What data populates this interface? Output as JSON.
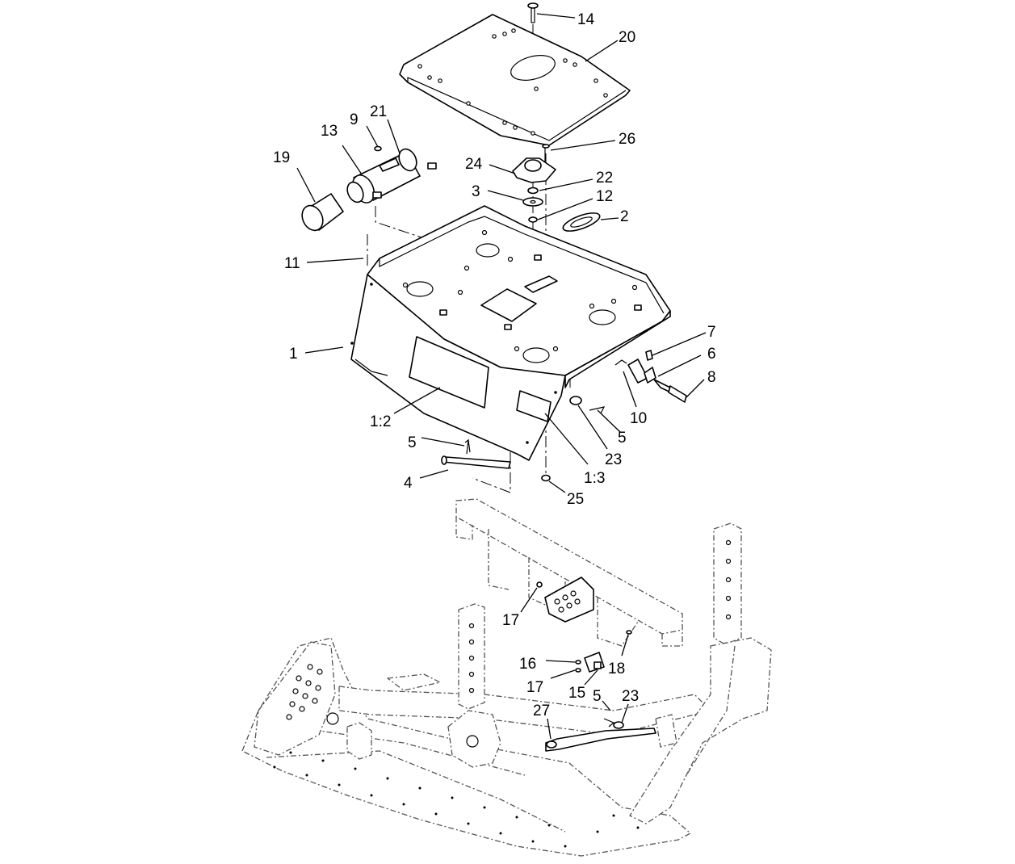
{
  "diagram": {
    "callouts": [
      {
        "id": "c14",
        "text": "14"
      },
      {
        "id": "c20",
        "text": "20"
      },
      {
        "id": "c21",
        "text": "21"
      },
      {
        "id": "c9",
        "text": "9"
      },
      {
        "id": "c13",
        "text": "13"
      },
      {
        "id": "c19",
        "text": "19"
      },
      {
        "id": "c26",
        "text": "26"
      },
      {
        "id": "c24",
        "text": "24"
      },
      {
        "id": "c22",
        "text": "22"
      },
      {
        "id": "c3",
        "text": "3"
      },
      {
        "id": "c12",
        "text": "12"
      },
      {
        "id": "c2",
        "text": "2"
      },
      {
        "id": "c11",
        "text": "11"
      },
      {
        "id": "c7",
        "text": "7"
      },
      {
        "id": "c6",
        "text": "6"
      },
      {
        "id": "c1",
        "text": "1"
      },
      {
        "id": "c8",
        "text": "8"
      },
      {
        "id": "c10",
        "text": "10"
      },
      {
        "id": "c1_2",
        "text": "1:2"
      },
      {
        "id": "c5a",
        "text": "5"
      },
      {
        "id": "c5b",
        "text": "5"
      },
      {
        "id": "c23a",
        "text": "23"
      },
      {
        "id": "c1_3",
        "text": "1:3"
      },
      {
        "id": "c4",
        "text": "4"
      },
      {
        "id": "c25",
        "text": "25"
      },
      {
        "id": "c17a",
        "text": "17"
      },
      {
        "id": "c16",
        "text": "16"
      },
      {
        "id": "c18",
        "text": "18"
      },
      {
        "id": "c17b",
        "text": "17"
      },
      {
        "id": "c15",
        "text": "15"
      },
      {
        "id": "c5c",
        "text": "5"
      },
      {
        "id": "c23b",
        "text": "23"
      },
      {
        "id": "c27",
        "text": "27"
      }
    ]
  }
}
